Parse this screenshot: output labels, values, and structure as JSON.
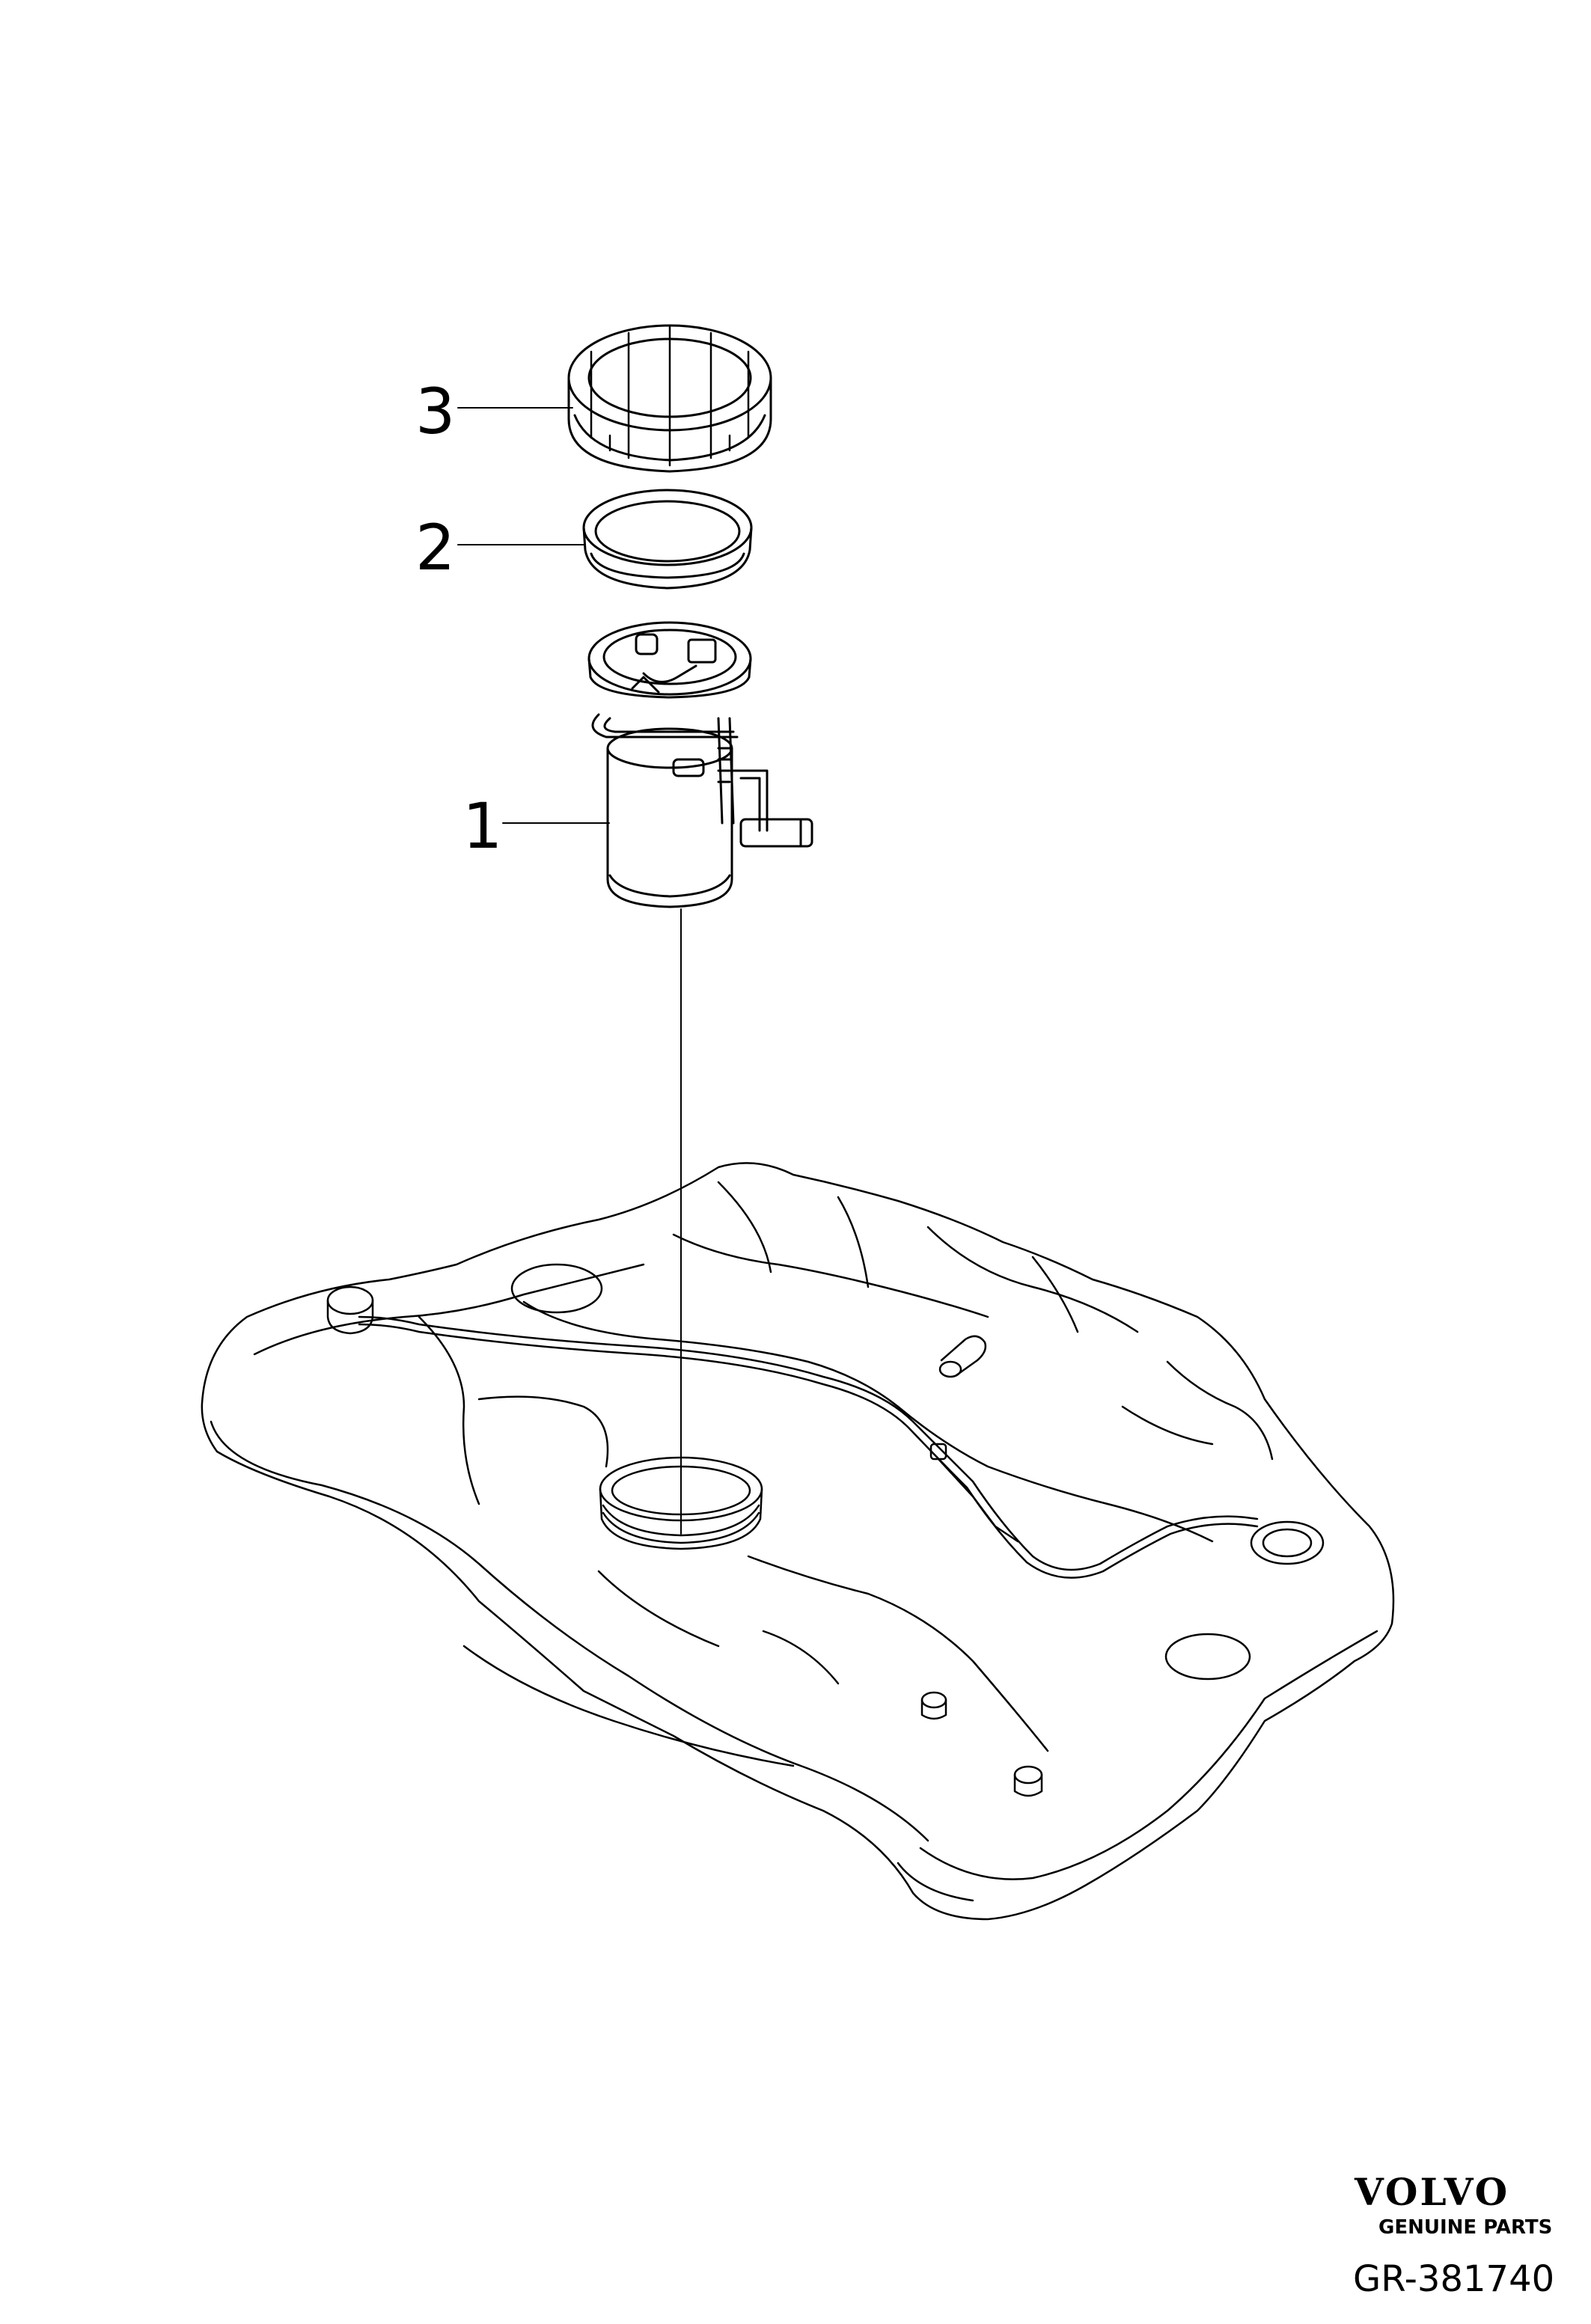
{
  "callouts": [
    {
      "number": "3",
      "part": "locking-ring"
    },
    {
      "number": "2",
      "part": "seal-ring"
    },
    {
      "number": "1",
      "part": "fuel-pump-assembly"
    }
  ],
  "branding": {
    "logo_text": "VOLVO",
    "tagline": "GENUINE PARTS"
  },
  "drawing_number": "GR-381740"
}
